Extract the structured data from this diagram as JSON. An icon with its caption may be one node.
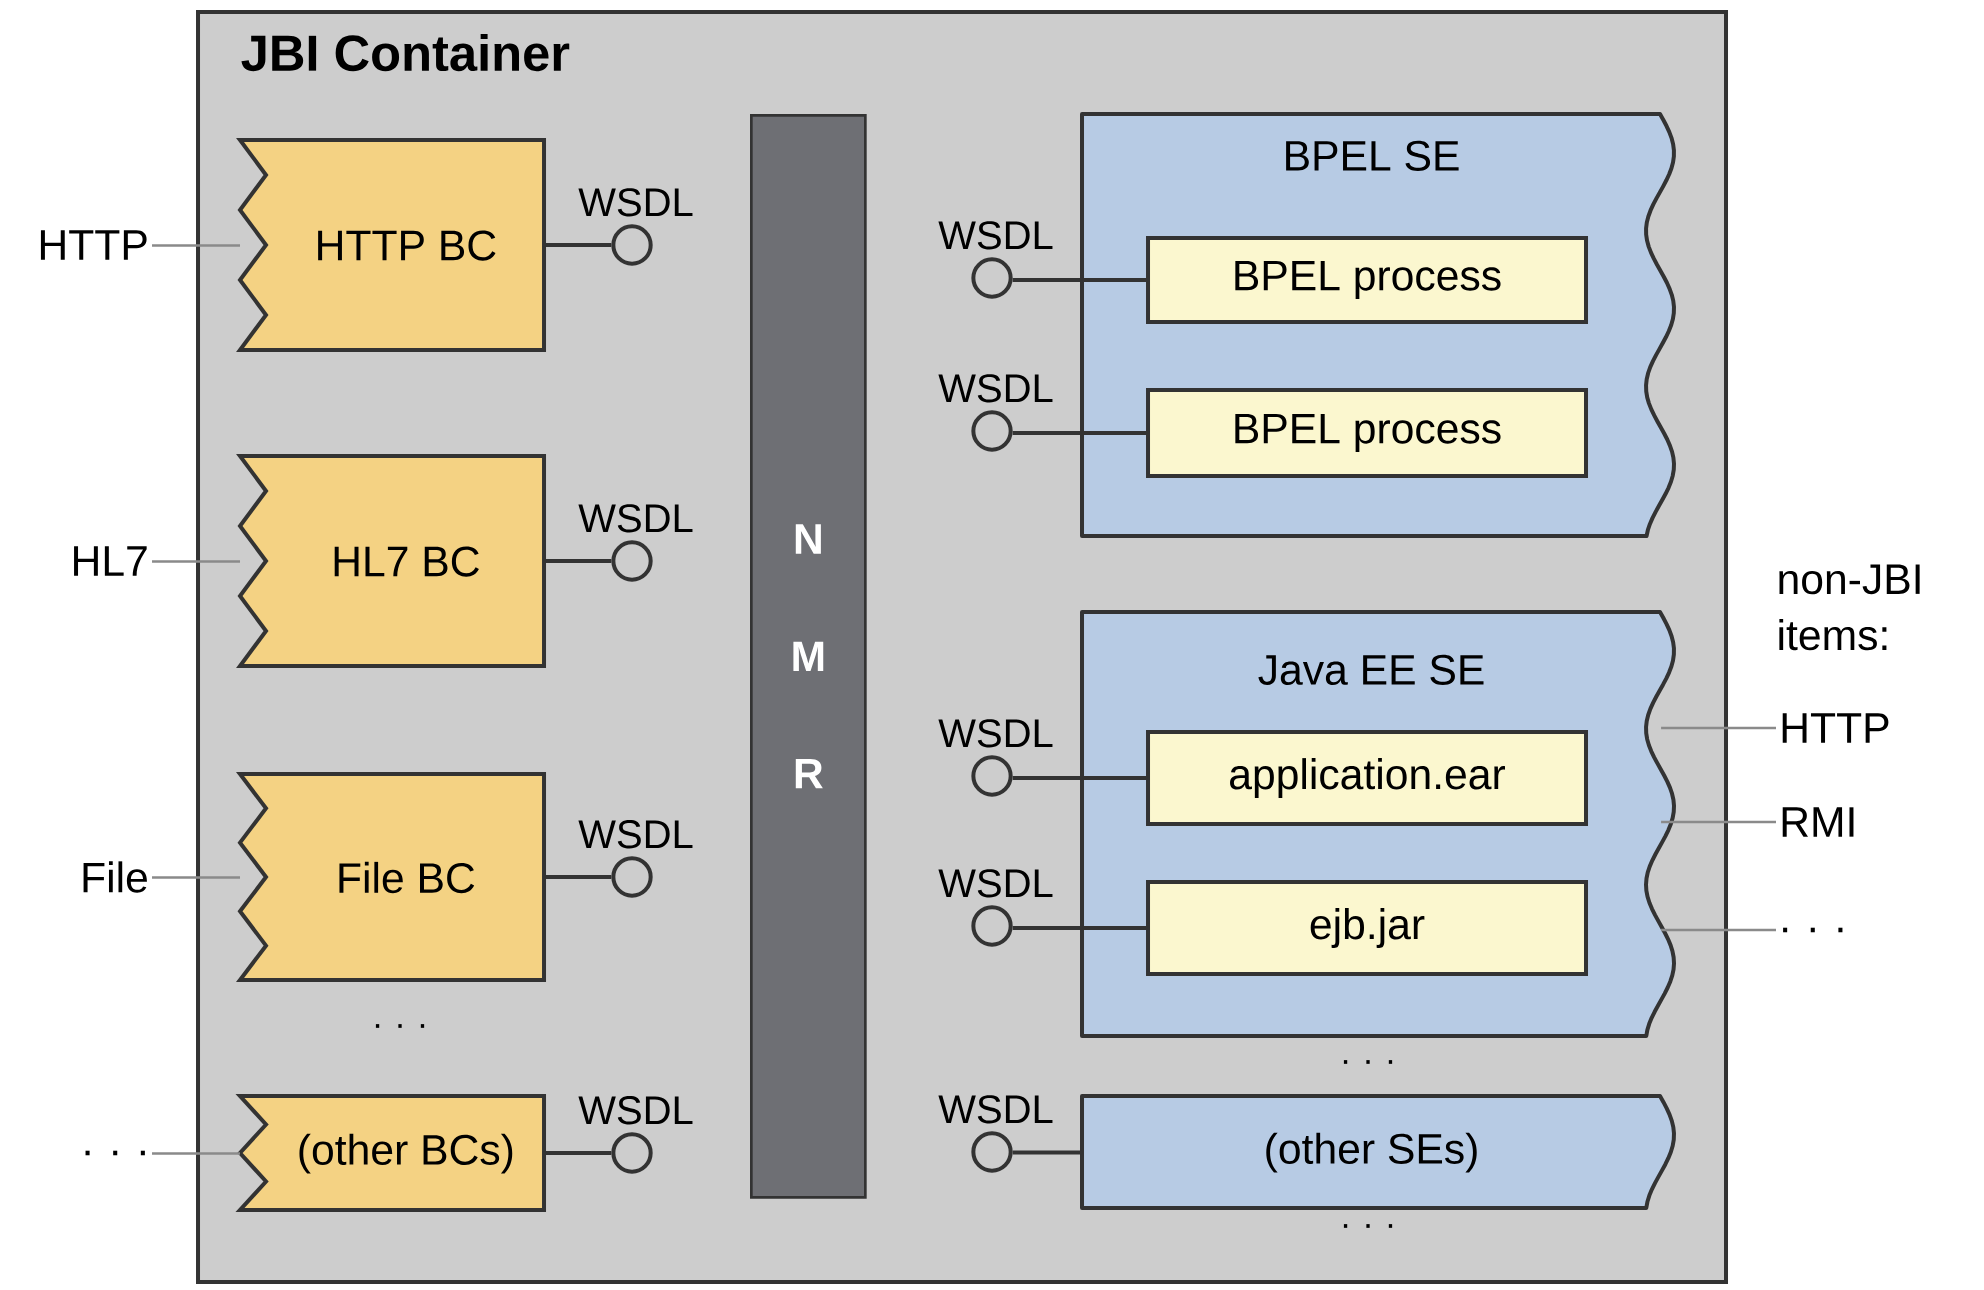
{
  "diagram": {
    "nodes": [
      {
        "text": [
          "JBI Container"
        ]
      },
      {
        "text": [
          "HTTP BC"
        ],
        "in": 0
      },
      {
        "text": [
          "HL7 BC"
        ],
        "in": 0
      },
      {
        "text": [
          "File BC"
        ],
        "in": 0
      },
      {
        "text": [
          "(other BCs)"
        ],
        "in": 0
      },
      {
        "text": [
          "N M R"
        ],
        "in": 0
      },
      {
        "text": [
          "BPEL SE"
        ],
        "in": 0
      },
      {
        "text": [
          "BPEL process"
        ],
        "in": 6
      },
      {
        "text": [
          "BPEL process"
        ],
        "in": 6
      },
      {
        "text": [
          "Java EE SE"
        ],
        "in": 0
      },
      {
        "text": [
          "application.ear"
        ],
        "in": 9
      },
      {
        "text": [
          "ejb.jar"
        ],
        "in": 9
      },
      {
        "text": [
          "(other SEs)"
        ],
        "in": 0
      },
      {
        "text": [
          "HTTP"
        ]
      },
      {
        "text": [
          "HL7"
        ]
      },
      {
        "text": [
          "File"
        ]
      },
      {
        "text": [
          ". . ."
        ]
      },
      {
        "text": [
          "HTTP"
        ]
      },
      {
        "text": [
          "RMI"
        ]
      },
      {
        "text": [
          ". . ."
        ]
      },
      {
        "text": [],
        "shape": "circle",
        "beside": [
          "WSDL"
        ],
        "in": 0
      },
      {
        "text": [],
        "shape": "circle",
        "beside": [
          "WSDL"
        ],
        "in": 0
      },
      {
        "text": [],
        "shape": "circle",
        "beside": [
          "WSDL"
        ],
        "in": 0
      },
      {
        "text": [],
        "shape": "circle",
        "beside": [
          "WSDL"
        ],
        "in": 0
      },
      {
        "text": [],
        "shape": "circle",
        "beside": [
          "WSDL"
        ],
        "in": 0
      },
      {
        "text": [],
        "shape": "circle",
        "beside": [
          "WSDL"
        ],
        "in": 0
      },
      {
        "text": [],
        "shape": "circle",
        "beside": [
          "WSDL"
        ],
        "in": 0
      },
      {
        "text": [],
        "shape": "circle",
        "beside": [
          "WSDL"
        ],
        "in": 0
      },
      {
        "text": [],
        "shape": "circle",
        "beside": [
          "WSDL"
        ],
        "in": 0
      }
    ],
    "edges": [
      {
        "from": 13,
        "to": 1,
        "arrow": "none",
        "color": "#8a8a8a"
      },
      {
        "from": 14,
        "to": 2,
        "arrow": "none",
        "color": "#8a8a8a"
      },
      {
        "from": 15,
        "to": 3,
        "arrow": "none",
        "color": "#8a8a8a"
      },
      {
        "from": 16,
        "to": 4,
        "arrow": "none",
        "color": "#8a8a8a"
      },
      {
        "from": 1,
        "to": 20,
        "arrow": "none"
      },
      {
        "from": 2,
        "to": 21,
        "arrow": "none"
      },
      {
        "from": 3,
        "to": 22,
        "arrow": "none"
      },
      {
        "from": 4,
        "to": 23,
        "arrow": "none"
      },
      {
        "from": 24,
        "to": 7,
        "arrow": "none"
      },
      {
        "from": 25,
        "to": 8,
        "arrow": "none"
      },
      {
        "from": 26,
        "to": 10,
        "arrow": "none"
      },
      {
        "from": 27,
        "to": 11,
        "arrow": "none"
      },
      {
        "from": 28,
        "to": 12,
        "arrow": "none"
      },
      {
        "from": 9,
        "to": 17,
        "arrow": "none",
        "color": "#8a8a8a"
      },
      {
        "from": 9,
        "to": 18,
        "arrow": "none",
        "color": "#8a8a8a"
      },
      {
        "from": 9,
        "to": 19,
        "arrow": "none",
        "color": "#8a8a8a"
      }
    ],
    "labels": [
      "non-JBI items:",
      ". . .",
      ". . .",
      ". . ."
    ]
  }
}
